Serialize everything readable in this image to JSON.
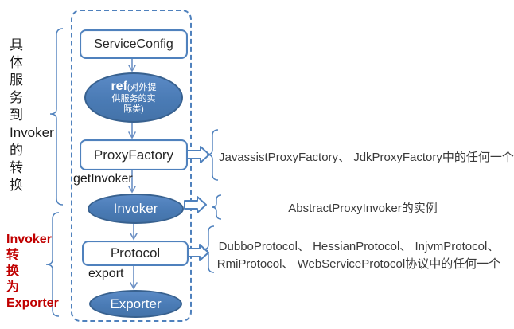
{
  "diagram_title": "Dubbo service export flow (service to Invoker to Exporter)",
  "colors": {
    "accent_blue": "#4f81bd",
    "ellipse_fill": "#4a7bb5",
    "ellipse_border": "#38618f",
    "red_text": "#c00000",
    "text": "#1a1a1a",
    "background": "#ffffff"
  },
  "left_annotations": {
    "first": {
      "lines": [
        "具",
        "体",
        "服",
        "务",
        "到",
        "Invoker",
        "的",
        "转",
        "换"
      ]
    },
    "second": {
      "lines": [
        "Invoker",
        "转",
        "换",
        "为",
        "Exporter"
      ]
    }
  },
  "nodes": {
    "serviceconfig": {
      "label": "ServiceConfig"
    },
    "ref": {
      "big": "ref",
      "rest": "(对外提",
      "line2": "供服务的实",
      "line3": "际类)"
    },
    "proxyfactory": {
      "label": "ProxyFactory"
    },
    "invoker": {
      "label": "Invoker"
    },
    "protocol": {
      "label": "Protocol"
    },
    "exporter": {
      "label": "Exporter"
    }
  },
  "edge_labels": {
    "getinvoker": "getInvoker",
    "export": "export"
  },
  "right_annotations": {
    "proxyfactory": "JavassistProxyFactory、 JdkProxyFactory中的任何一个",
    "invoker": "AbstractProxyInvoker的实例",
    "protocol_line1": "DubboProtocol、 HessianProtocol、 InjvmProtocol、",
    "protocol_line2": "RmiProtocol、 WebServiceProtocol协议中的任何一个"
  }
}
